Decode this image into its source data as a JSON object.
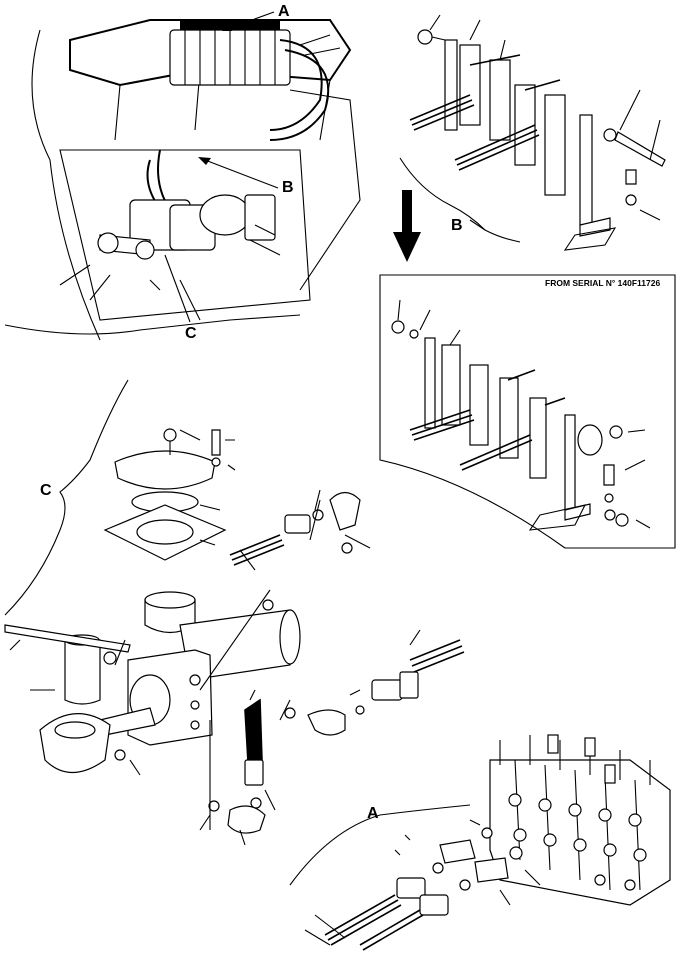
{
  "callouts": {
    "a_top": "A",
    "b_mid": "B",
    "c_mid": "C",
    "b_exploded": "B",
    "c_bracket": "C",
    "a_bottom": "A"
  },
  "inset": {
    "serial_note": "FROM SERIAL N° 140F11726"
  }
}
